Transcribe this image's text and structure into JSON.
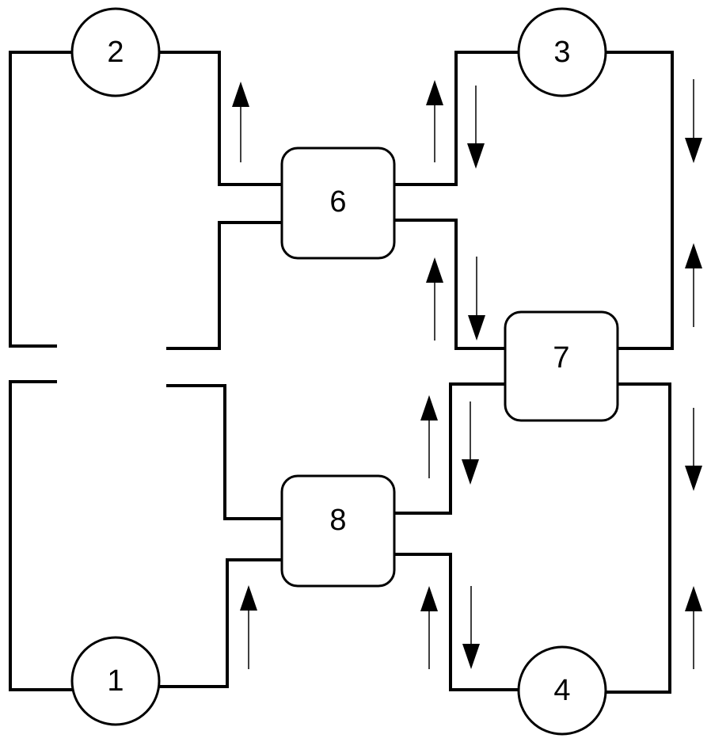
{
  "nodes": {
    "n1": "1",
    "n2": "2",
    "n3": "3",
    "n4": "4",
    "n6": "6",
    "n7": "7",
    "n8": "8"
  },
  "arrows": {
    "n2_n6_branch": [
      "up"
    ],
    "n6_n3_branch": [
      "up",
      "down"
    ],
    "n6_n7_branch": [
      "up",
      "down"
    ],
    "n3_n7_outer": [
      "down",
      "up"
    ],
    "n8_n7_branch": [
      "up",
      "down"
    ],
    "n7_n4_outer": [
      "down",
      "up"
    ],
    "n1_n8_branch": [
      "up"
    ],
    "n8_n4_branch": [
      "up",
      "down"
    ]
  }
}
